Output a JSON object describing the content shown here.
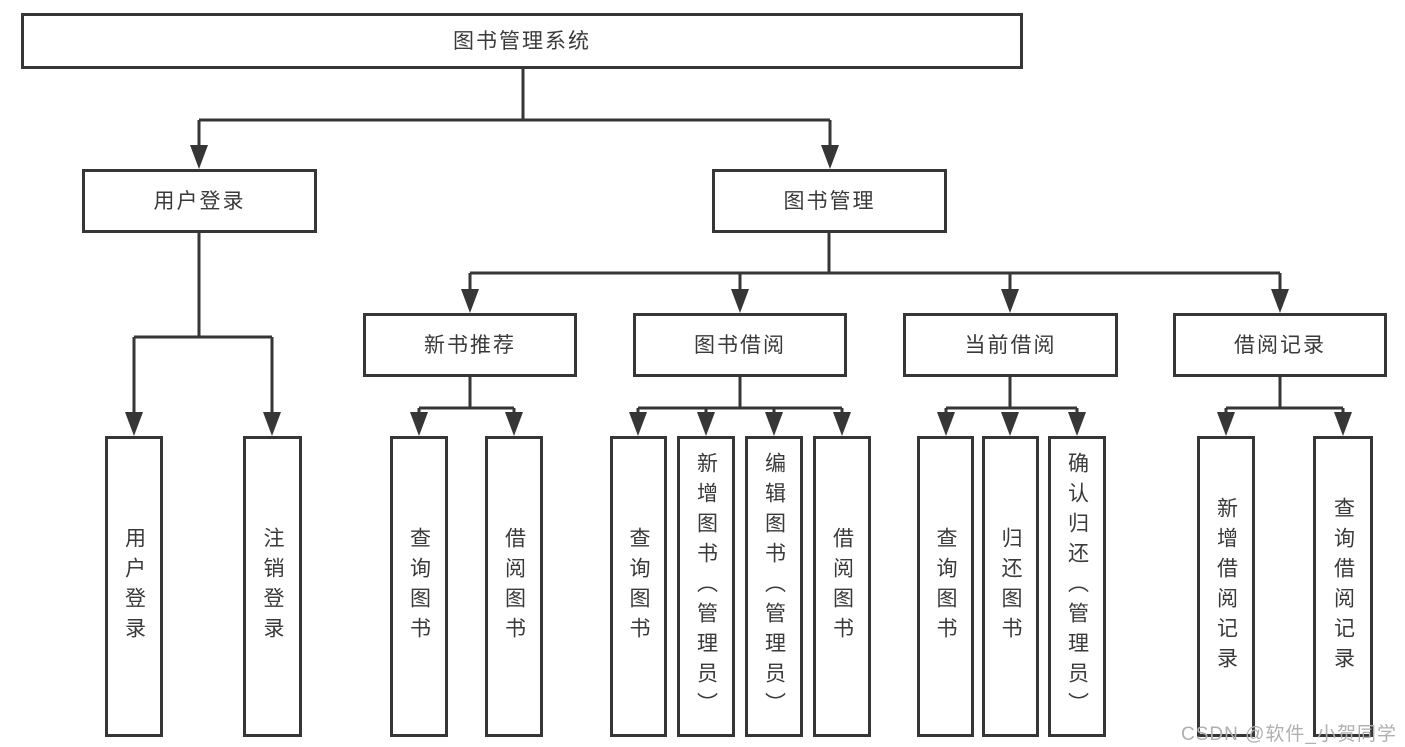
{
  "tree": {
    "root": {
      "label": "图书管理系统"
    },
    "user_login": {
      "label": "用户登录",
      "children": {
        "login": {
          "label": "用户登录"
        },
        "logout": {
          "label": "注销登录"
        }
      }
    },
    "book_mgmt": {
      "label": "图书管理",
      "children": {
        "new_book": {
          "label": "新书推荐",
          "children": {
            "query": {
              "label": "查询图书"
            },
            "borrow": {
              "label": "借阅图书"
            }
          }
        },
        "borrowing": {
          "label": "图书借阅",
          "children": {
            "query": {
              "label": "查询图书"
            },
            "add": {
              "label": "新增图书（管理员）"
            },
            "edit": {
              "label": "编辑图书（管理员）"
            },
            "borrow": {
              "label": "借阅图书"
            }
          }
        },
        "current": {
          "label": "当前借阅",
          "children": {
            "query": {
              "label": "查询图书"
            },
            "return": {
              "label": "归还图书"
            },
            "confirm": {
              "label": "确认归还（管理员）"
            }
          }
        },
        "records": {
          "label": "借阅记录",
          "children": {
            "add": {
              "label": "新增借阅记录"
            },
            "query": {
              "label": "查询借阅记录"
            }
          }
        }
      }
    }
  },
  "watermark": {
    "text": "CSDN @软件_小贺同学"
  },
  "colors": {
    "line": "#363636",
    "box_border": "#363636",
    "box_background": "#ffffff",
    "text": "#3a3a3a",
    "watermark": "#b0b0b0",
    "page_background": "#ffffff"
  }
}
